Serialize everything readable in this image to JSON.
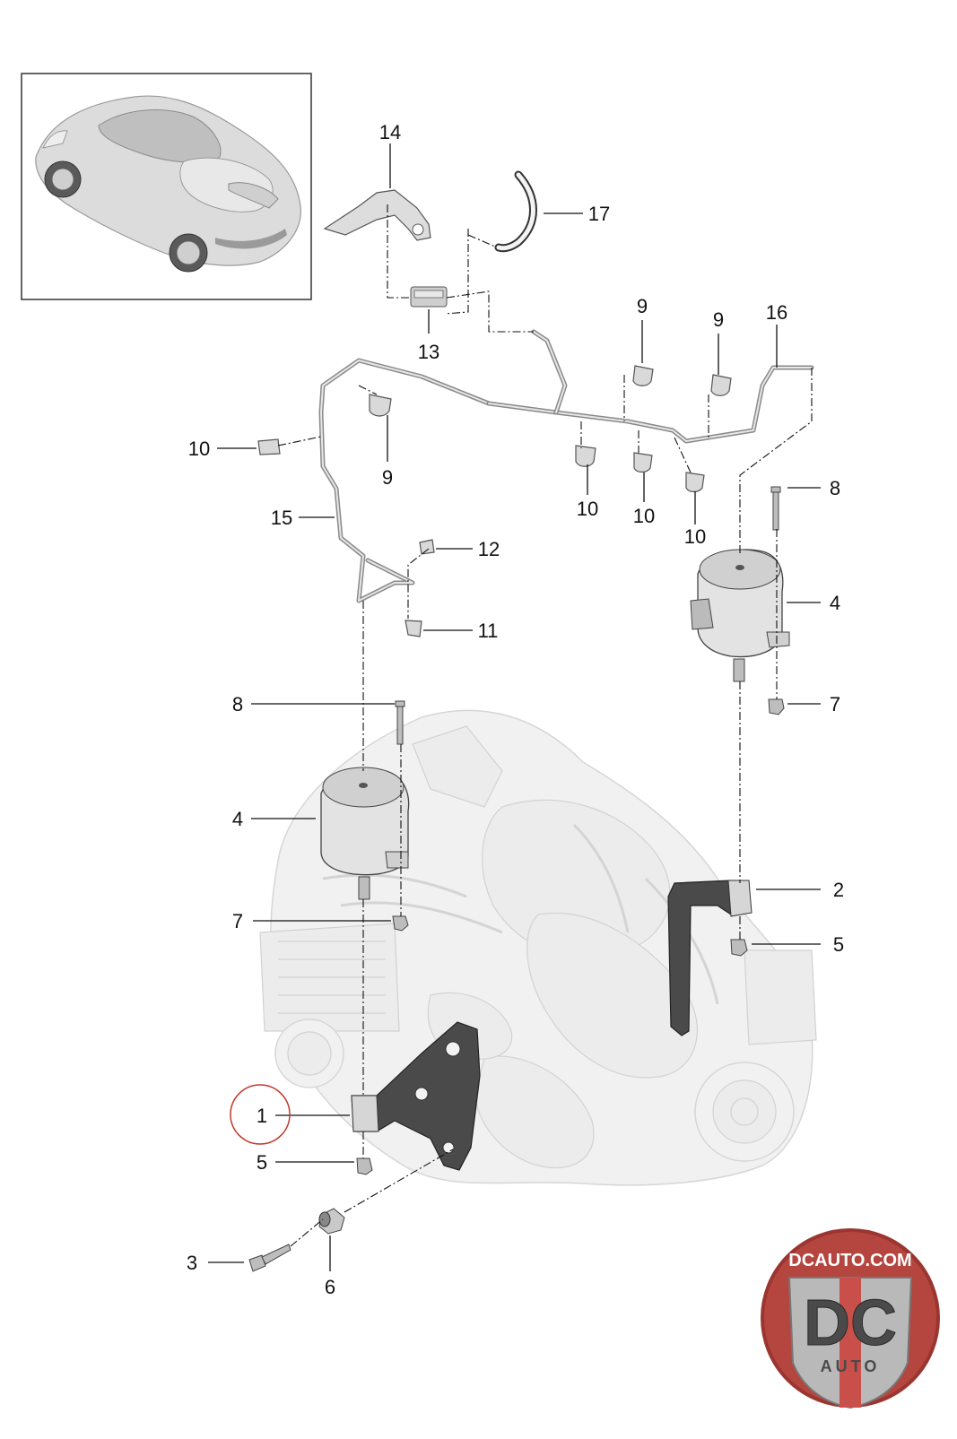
{
  "callouts": [
    {
      "id": "14",
      "label": "14"
    },
    {
      "id": "17",
      "label": "17"
    },
    {
      "id": "13",
      "label": "13"
    },
    {
      "id": "9a",
      "label": "9"
    },
    {
      "id": "9b",
      "label": "9"
    },
    {
      "id": "16",
      "label": "16"
    },
    {
      "id": "10a",
      "label": "10"
    },
    {
      "id": "9c",
      "label": "9"
    },
    {
      "id": "10b",
      "label": "10"
    },
    {
      "id": "10c",
      "label": "10"
    },
    {
      "id": "10d",
      "label": "10"
    },
    {
      "id": "8a",
      "label": "8"
    },
    {
      "id": "15",
      "label": "15"
    },
    {
      "id": "12",
      "label": "12"
    },
    {
      "id": "4a",
      "label": "4"
    },
    {
      "id": "11",
      "label": "11"
    },
    {
      "id": "7a",
      "label": "7"
    },
    {
      "id": "8b",
      "label": "8"
    },
    {
      "id": "4b",
      "label": "4"
    },
    {
      "id": "2",
      "label": "2"
    },
    {
      "id": "7b",
      "label": "7"
    },
    {
      "id": "5a",
      "label": "5"
    },
    {
      "id": "1",
      "label": "1"
    },
    {
      "id": "5b",
      "label": "5"
    },
    {
      "id": "3",
      "label": "3"
    },
    {
      "id": "6",
      "label": "6"
    }
  ],
  "highlighted_callout": "1",
  "watermark": {
    "top_text": "DCAUTO.COM",
    "monogram": "DC",
    "bottom_text": "AUTO"
  },
  "colors": {
    "highlight_ring": "#c0392b",
    "logo_red": "#b5453f",
    "logo_silver": "#b9b9b9"
  }
}
